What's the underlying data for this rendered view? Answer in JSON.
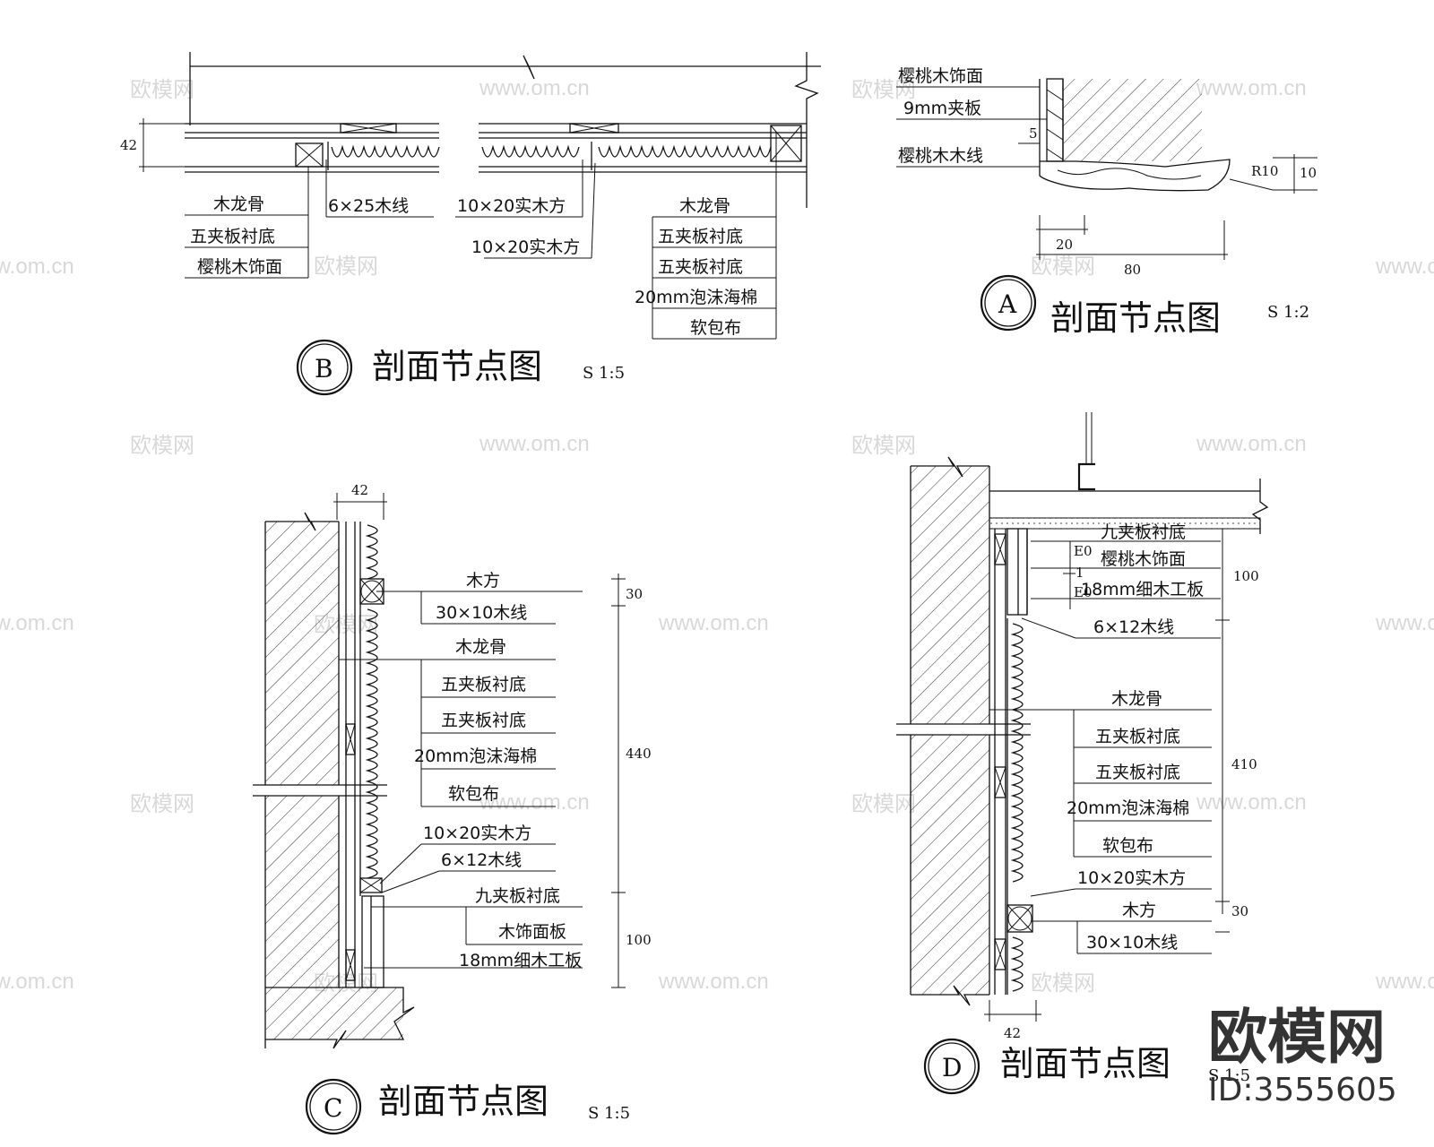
{
  "details": {
    "A": {
      "marker": "A",
      "title": "剖面节点图",
      "scale": "S 1:2",
      "labels": [
        "樱桃木饰面",
        "9mm夹板",
        "樱桃木木线"
      ],
      "dims": [
        "5",
        "R10",
        "10",
        "20",
        "80"
      ]
    },
    "B": {
      "marker": "B",
      "title": "剖面节点图",
      "scale": "S 1:5",
      "dim_height": "42",
      "labels_left": [
        "木龙骨",
        "五夹板衬底",
        "樱桃木饰面"
      ],
      "label_mid_1": "6×25木线",
      "label_mid_2": "10×20实木方",
      "label_mid_3": "10×20实木方",
      "labels_right": [
        "木龙骨",
        "五夹板衬底",
        "五夹板衬底",
        "20mm泡沫海棉",
        "软包布"
      ]
    },
    "C": {
      "marker": "C",
      "title": "剖面节点图",
      "scale": "S 1:5",
      "dim_top": "42",
      "labels_upper": [
        "木方",
        "30×10木线"
      ],
      "labels_mid": [
        "木龙骨",
        "五夹板衬底",
        "五夹板衬底",
        "20mm泡沫海棉",
        "软包布"
      ],
      "labels_lower": [
        "10×20实木方",
        "6×12木线"
      ],
      "labels_base": [
        "九夹板衬底",
        "木饰面板",
        "18mm细木工板"
      ],
      "dims_vertical": [
        "30",
        "440",
        "100"
      ]
    },
    "D": {
      "marker": "D",
      "title": "剖面节点图",
      "scale": "S 1:5",
      "dim_bottom": "42",
      "labels_top": [
        "九夹板衬底",
        "樱桃木饰面",
        "18mm细木工板",
        "6×12木线"
      ],
      "labels_mid": [
        "木龙骨",
        "五夹板衬底",
        "五夹板衬底",
        "20mm泡沫海棉",
        "软包布"
      ],
      "labels_low": [
        "10×20实木方",
        "木方",
        "30×10木线"
      ],
      "dims_vertical": [
        "100",
        "410",
        "30"
      ],
      "dims_small": [
        "E0",
        "E0",
        "1"
      ]
    }
  },
  "watermarks": [
    "欧模网",
    "www.om.cn"
  ],
  "brand": {
    "name": "欧模网",
    "id": "ID:3555605"
  }
}
